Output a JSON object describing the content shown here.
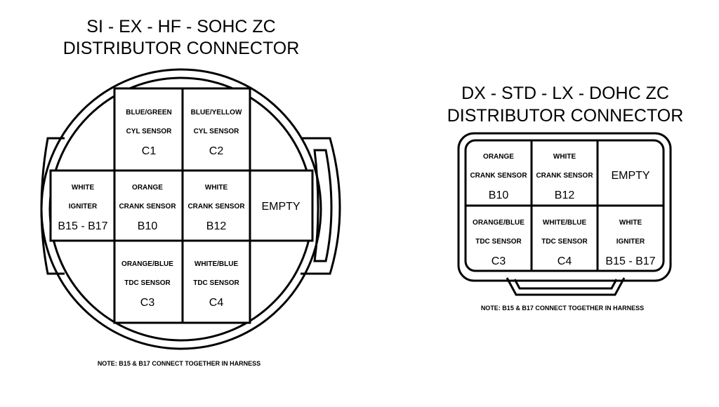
{
  "left_connector": {
    "title_line1": "SI - EX - HF - SOHC ZC",
    "title_line2": "DISTRIBUTOR CONNECTOR",
    "cells": [
      {
        "wire": "BLUE/GREEN",
        "function": "CYL SENSOR",
        "pin": "C1"
      },
      {
        "wire": "BLUE/YELLOW",
        "function": "CYL SENSOR",
        "pin": "C2"
      },
      {
        "wire": "WHITE",
        "function": "IGNITER",
        "pin": "B15 - B17"
      },
      {
        "wire": "ORANGE",
        "function": "CRANK SENSOR",
        "pin": "B10"
      },
      {
        "wire": "WHITE",
        "function": "CRANK SENSOR",
        "pin": "B12"
      },
      {
        "label": "EMPTY"
      },
      {
        "wire": "ORANGE/BLUE",
        "function": "TDC SENSOR",
        "pin": "C3"
      },
      {
        "wire": "WHITE/BLUE",
        "function": "TDC SENSOR",
        "pin": "C4"
      }
    ],
    "note": "NOTE: B15 & B17 CONNECT TOGETHER IN HARNESS"
  },
  "right_connector": {
    "title_line1": "DX - STD - LX - DOHC ZC",
    "title_line2": "DISTRIBUTOR CONNECTOR",
    "cells": [
      {
        "wire": "ORANGE",
        "function": "CRANK SENSOR",
        "pin": "B10"
      },
      {
        "wire": "WHITE",
        "function": "CRANK SENSOR",
        "pin": "B12"
      },
      {
        "label": "EMPTY"
      },
      {
        "wire": "ORANGE/BLUE",
        "function": "TDC SENSOR",
        "pin": "C3"
      },
      {
        "wire": "WHITE/BLUE",
        "function": "TDC SENSOR",
        "pin": "C4"
      },
      {
        "wire": "WHITE",
        "function": "IGNITER",
        "pin": "B15 - B17"
      }
    ],
    "note": "NOTE: B15 & B17 CONNECT TOGETHER IN HARNESS"
  }
}
